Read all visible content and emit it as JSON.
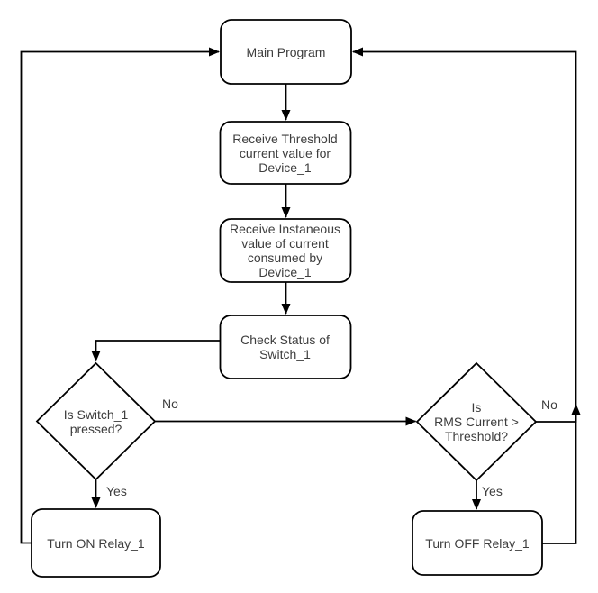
{
  "diagram": {
    "type": "flowchart",
    "background": "#ffffff",
    "stroke_color": "#000000",
    "text_color": "#3d3d3d",
    "nodes": {
      "main_program": {
        "shape": "rounded-rect",
        "label": "Main Program"
      },
      "receive_threshold": {
        "shape": "rounded-rect",
        "label": "Receive Threshold\ncurrent value for\nDevice_1"
      },
      "receive_instantaneous": {
        "shape": "rounded-rect",
        "label": "Receive Instaneous\nvalue of current\nconsumed by\nDevice_1"
      },
      "check_status": {
        "shape": "rounded-rect",
        "label": "Check Status of\nSwitch_1"
      },
      "is_switch_pressed": {
        "shape": "diamond",
        "label": "Is Switch_1\npressed?"
      },
      "is_rms_current": {
        "shape": "diamond",
        "label": "Is\nRMS Current >\nThreshold?"
      },
      "turn_on_relay": {
        "shape": "rounded-rect",
        "label": "Turn ON Relay_1"
      },
      "turn_off_relay": {
        "shape": "rounded-rect",
        "label": "Turn OFF Relay_1"
      }
    },
    "edges": [
      {
        "from": "main_program",
        "to": "receive_threshold",
        "label": ""
      },
      {
        "from": "receive_threshold",
        "to": "receive_instantaneous",
        "label": ""
      },
      {
        "from": "receive_instantaneous",
        "to": "check_status",
        "label": ""
      },
      {
        "from": "check_status",
        "to": "is_switch_pressed",
        "label": ""
      },
      {
        "from": "is_switch_pressed",
        "to": "turn_on_relay",
        "label": "Yes"
      },
      {
        "from": "is_switch_pressed",
        "to": "is_rms_current",
        "label": "No"
      },
      {
        "from": "is_rms_current",
        "to": "turn_off_relay",
        "label": "Yes"
      },
      {
        "from": "is_rms_current",
        "to": "main_program",
        "label": "No"
      },
      {
        "from": "turn_on_relay",
        "to": "main_program",
        "label": ""
      },
      {
        "from": "turn_off_relay",
        "to": "main_program",
        "label": ""
      }
    ]
  }
}
